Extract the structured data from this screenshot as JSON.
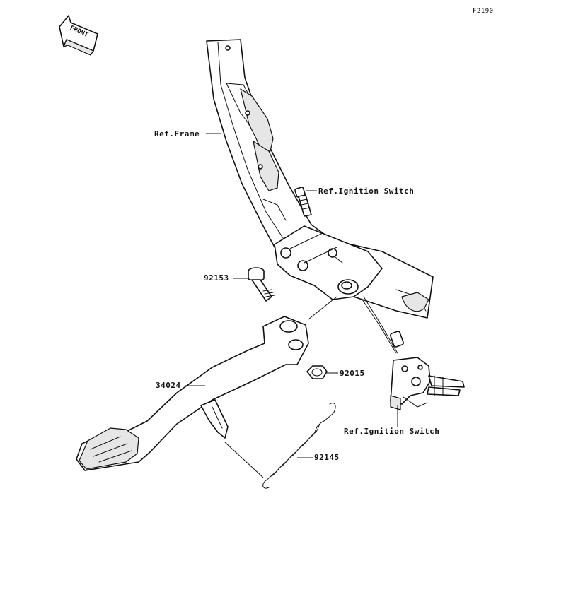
{
  "diagram_code": "F2190",
  "front_badge": "FRONT",
  "labels": {
    "ref_frame": "Ref.Frame",
    "ref_ignition_switch_top": "Ref.Ignition Switch",
    "ref_ignition_switch_bottom": "Ref.Ignition Switch",
    "part_92153": "92153",
    "part_92015": "92015",
    "part_34024": "34024",
    "part_92145": "92145"
  },
  "colors": {
    "line": "#111111",
    "background": "#ffffff",
    "shade": "#e6e6e6"
  }
}
